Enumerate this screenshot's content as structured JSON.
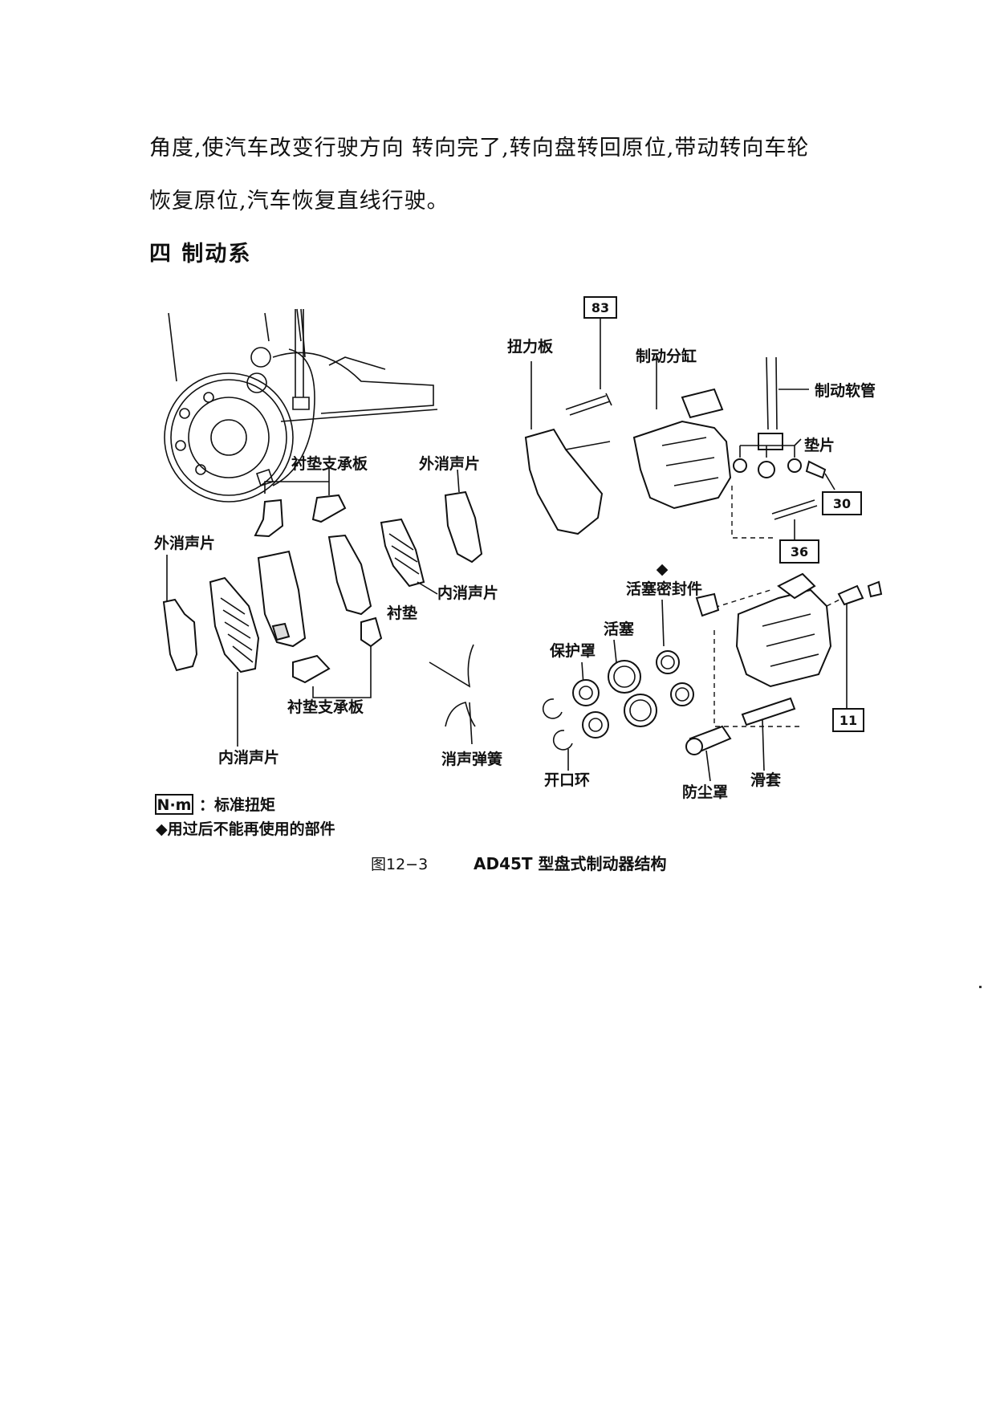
{
  "text": {
    "line1": "角度,使汽车改变行驶方向 转向完了,转向盘转回原位,带动转向车轮",
    "line2": "恢复原位,汽车恢复直线行驶。",
    "heading": "四  制动系"
  },
  "figure": {
    "labels": {
      "pad_support_top": "衬垫支承板",
      "outer_shim_right": "外消声片",
      "outer_shim_left": "外消声片",
      "inner_shim_right": "内消声片",
      "pad": "衬垫",
      "pad_support_bottom": "衬垫支承板",
      "inner_shim_left": "内消声片",
      "spring": "消声弹簧",
      "torque_plate": "扭力板",
      "cylinder": "制动分缸",
      "hose": "制动软管",
      "gasket": "垫片",
      "piston_seal": "活塞密封件",
      "piston": "活塞",
      "boot": "保护罩",
      "snap_ring": "开口环",
      "dust_boot": "防尘罩",
      "slide_sleeve": "滑套"
    },
    "torque": {
      "t83": "83",
      "t30": "30",
      "t36": "36",
      "t11": "11"
    },
    "diamond": "◆",
    "legend": {
      "nm_box": "N·m",
      "nm_text": "：标准扭矩",
      "non_reuse": "◆用过后不能再使用的部件"
    },
    "caption": {
      "number": "图12−3",
      "title": "AD45T 型盘式制动器结构"
    }
  }
}
